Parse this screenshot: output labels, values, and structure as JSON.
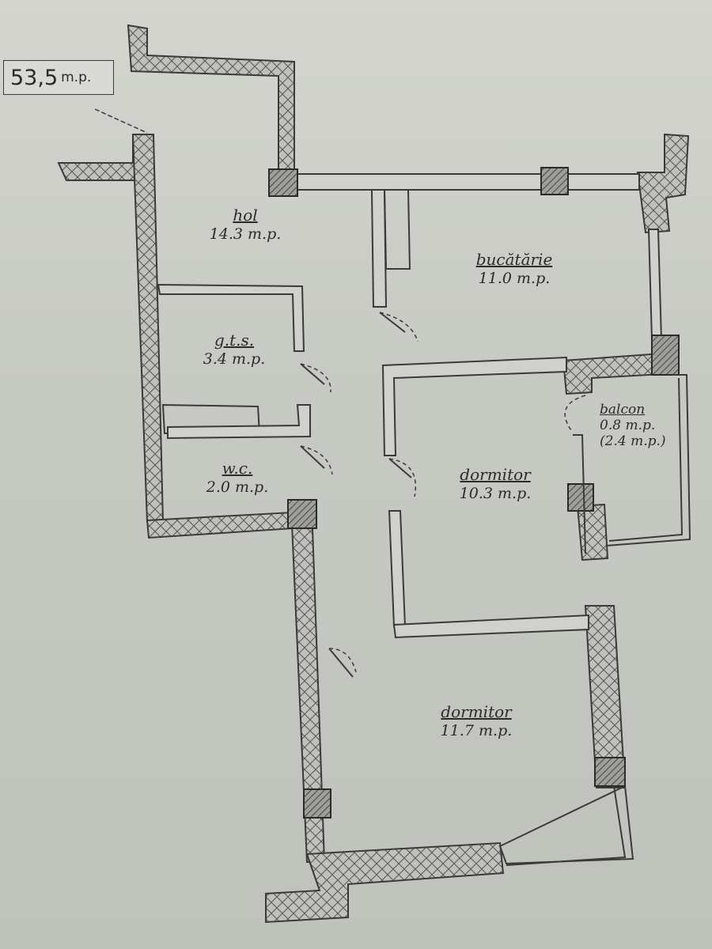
{
  "total_area": {
    "value": "53,5",
    "unit": "m.p."
  },
  "rooms": {
    "hol": {
      "name": "hol",
      "area": "14.3 m.p."
    },
    "bucatarie": {
      "name": "bucătărie",
      "area": "11.0 m.p."
    },
    "gts": {
      "name": "g.t.s.",
      "area": "3.4 m.p."
    },
    "wc": {
      "name": "w.c.",
      "area": "2.0 m.p."
    },
    "dormitor1": {
      "name": "dormitor",
      "area": "10.3 m.p."
    },
    "dormitor2": {
      "name": "dormitor",
      "area": "11.7 m.p."
    },
    "balcon": {
      "name": "balcon",
      "area": "0.8 m.p.",
      "area_alt": "(2.4 m.p.)"
    }
  },
  "colors": {
    "wall_outline": "#3a3a3a",
    "wall_fill": "#b9bcb5",
    "hatch": "#555555",
    "paper": "#c8cbc4",
    "text": "#2b2b2b"
  }
}
